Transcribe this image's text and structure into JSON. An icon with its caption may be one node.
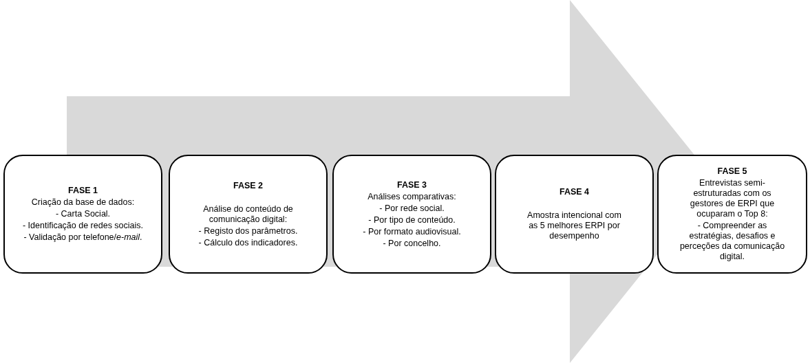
{
  "diagram": {
    "nodes": [
      {
        "text": [
          "FASE 1",
          "Criação da base de dados:",
          "- Carta Social.",
          "- Identificação de redes sociais.",
          "- Validação por telefone/*e-mail*."
        ]
      },
      {
        "text": [
          "FASE 2",
          "Análise do conteúdo de comunicação digital:",
          "- Registo dos parâmetros.",
          "- Cálculo dos indicadores."
        ]
      },
      {
        "text": [
          "FASE 3",
          "Análises comparativas:",
          "- Por rede social.",
          "- Por tipo de conteúdo.",
          "- Por formato audiovisual.",
          "- Por concelho."
        ]
      },
      {
        "text": [
          "FASE 4",
          "Amostra intencional com as 5 melhores ERPI por desempenho"
        ]
      },
      {
        "text": [
          "FASE 5",
          "Entrevistas semi-estruturadas com os gestores de ERPI que ocuparam o Top 8:",
          "- Compreender as estratégias, desafios e perceções da comunicação digital."
        ]
      }
    ],
    "edges": [
      {
        "from": 0,
        "to": 4,
        "arrow": "to"
      }
    ]
  }
}
